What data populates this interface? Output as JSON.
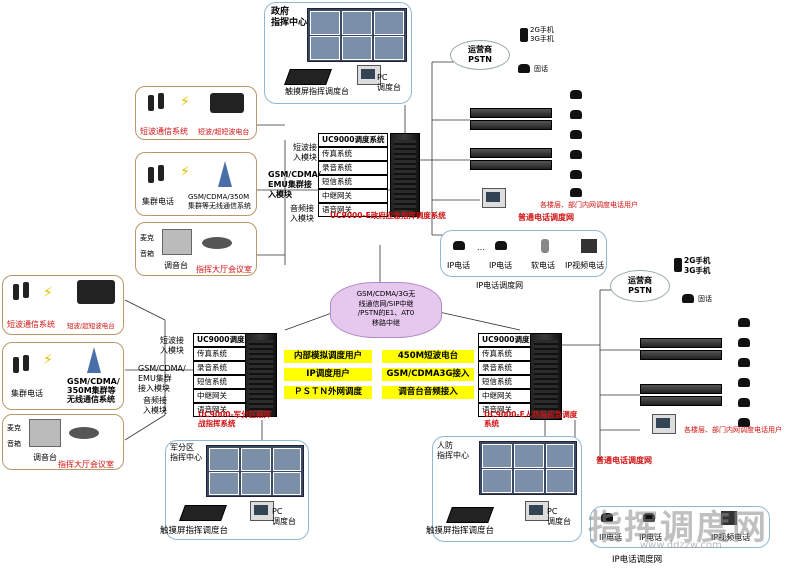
{
  "top_center": {
    "gov_label": "政府\n指挥中心",
    "touch_console": "触摸屏指挥调度台",
    "pc_label": "PC\n调度台"
  },
  "main_switch": {
    "modules": [
      "UC9000调度系统",
      "传真系统",
      "录音系统",
      "短信系统",
      "中继网关",
      "语音网关"
    ],
    "name": "UC9000-E政府应急指挥调度系统",
    "left_inputs": [
      "短波接\n入模块",
      "GSM/CDMA/\nEMU集群接\n入模块",
      "音频接\n入模块"
    ]
  },
  "top_left_boxes": {
    "shortwave": {
      "sys": "短波通信系统",
      "radio": "短波/超短波电台"
    },
    "cluster": {
      "phone": "集群电话",
      "net": "GSM/CDMA/350M\n集群等无线通信系统"
    },
    "conference": {
      "mic": "麦克",
      "speaker": "音箱",
      "mixer": "调音台",
      "hall": "指挥大厅会议室"
    }
  },
  "pstn_top": {
    "operator": "运营商\nPSTN",
    "mobile": "2G手机\n3G手机",
    "fixed": "固话"
  },
  "dept_top": {
    "label": "各楼层、部门内网调度电话用户",
    "net": "普通电话调度网"
  },
  "ip_top": {
    "items": [
      "IP电话",
      "IP电话",
      "软电话",
      "IP视频电话"
    ],
    "dots": "…",
    "net": "IP电话调度网"
  },
  "cloud_center": "GSM/CDMA/3G无\n线通信网/SIP中继\n/PSTN的E1、AT0\n移路中继",
  "left_switch": {
    "modules": [
      "UC9000调度系统",
      "传真系统",
      "录音系统",
      "短信系统",
      "中继网关",
      "语音网关"
    ],
    "name": "UC9000-军分区指挥\n战指挥系统",
    "left_inputs": [
      "短波接\n入模块",
      "GSM/CDMA/\nEMU集群\n接入模块",
      "音频接\n入模块"
    ]
  },
  "left_boxes": {
    "shortwave": {
      "sys": "短波通信系统",
      "radio": "短波/超短波电台"
    },
    "cluster": {
      "phone": "集群电话",
      "net": "GSM/CDMA/\n350M集群等\n无线通信系统"
    },
    "conference": {
      "mic": "麦克",
      "speaker": "音箱",
      "mixer": "调音台",
      "hall": "指挥大厅会议室"
    }
  },
  "features": [
    "内部模拟调度用户",
    "450M短波电台",
    "IP调度用户",
    "GSM/CDMA3G接入",
    "ＰＳＴＮ外网调度",
    "调音台音频接入"
  ],
  "right_switch": {
    "modules": [
      "UC9000调度系统",
      "传真系统",
      "录音系统",
      "短信系统",
      "中继网关",
      "语音网关"
    ],
    "name": "UC9000-E人防局应急调度\n系统"
  },
  "pstn_right": {
    "operator": "运营商\nPSTN",
    "mobile": "2G手机\n3G手机",
    "fixed": "固话"
  },
  "dept_right": {
    "label": "各楼层、部门内网调度电话用户",
    "net": "普通电话调度网"
  },
  "bottom_left": {
    "center": "军分区\n指挥中心",
    "touch_console": "触摸屏指挥调度台",
    "pc_label": "PC\n调度台"
  },
  "bottom_right": {
    "center": "人防\n指挥中心",
    "touch_console": "触摸屏指挥调度台",
    "pc_label": "PC\n调度台"
  },
  "ip_bottom": {
    "items": [
      "IP电话",
      "IP电话",
      "IP视频电话"
    ],
    "net": "IP电话调度网"
  },
  "watermark": {
    "main": "指挥调度网",
    "sub": "www.ddzzw.com"
  }
}
